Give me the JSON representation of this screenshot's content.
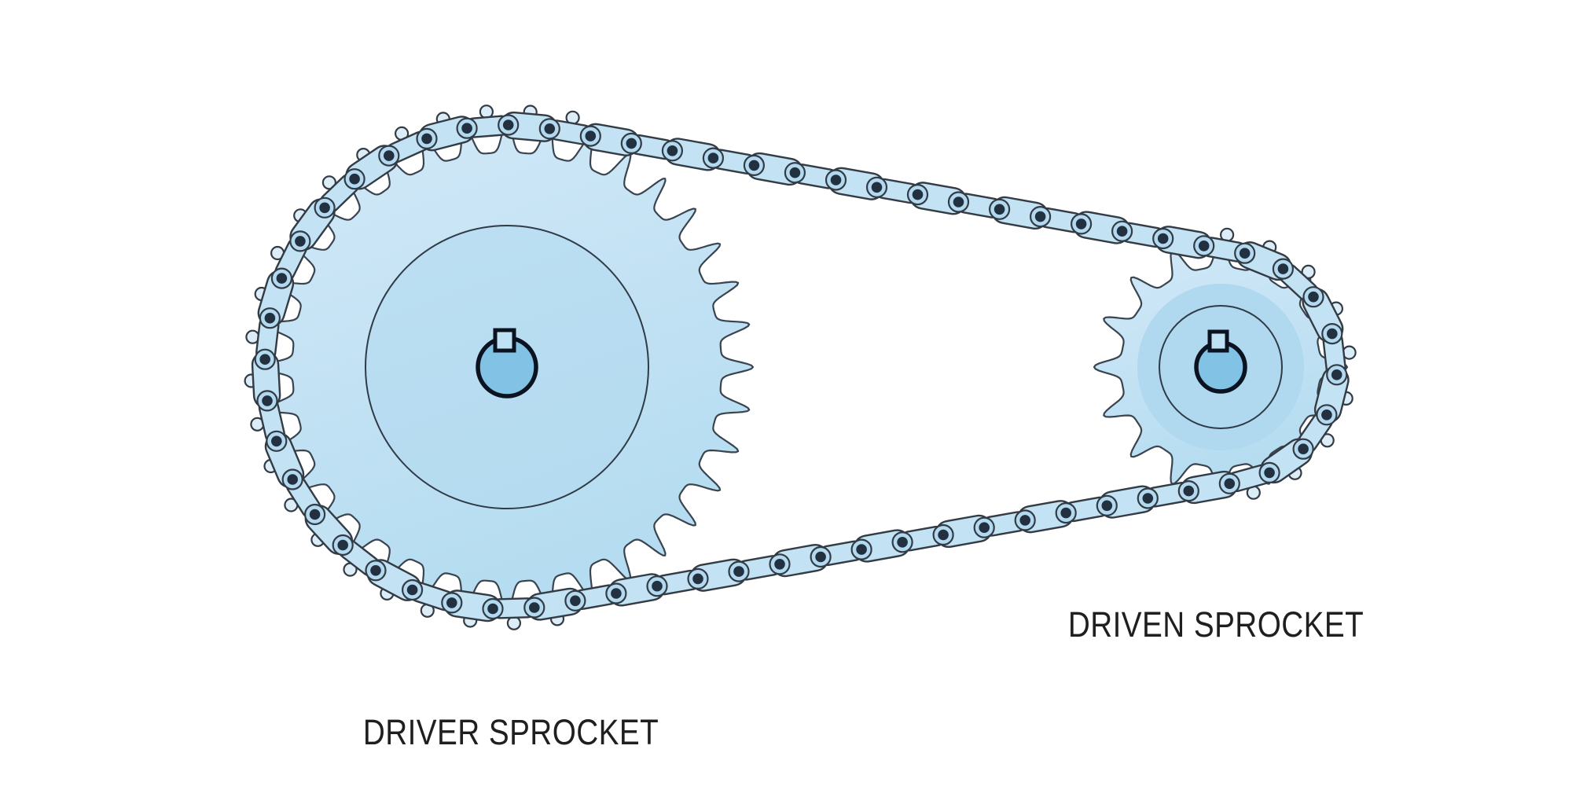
{
  "diagram": {
    "type": "chain-drive",
    "labels": {
      "driver": "DRIVER SPROCKET",
      "driven": "DRIVEN SPROCKET"
    },
    "colors": {
      "background": "#ffffff",
      "sprocket_body_light": "#d2e9f8",
      "sprocket_body": "#b5dcf0",
      "sprocket_inner_shade": "#b0d8ef",
      "hub_fill": "#82c2e5",
      "keyway_fill": "#bfe1f4",
      "hub_outline": "#0c1320",
      "gear_outline": "#3a444f",
      "inner_circle_outline": "#2f3b47",
      "chain_link_light": "#c3e2f4",
      "chain_link_dark": "#8fc2e2",
      "chain_outline": "#333b44",
      "roller_fill": "#b2d9f0",
      "pin_fill": "#23303f",
      "bump_fill": "#dcedf8",
      "text": "#1f1f1f"
    }
  }
}
